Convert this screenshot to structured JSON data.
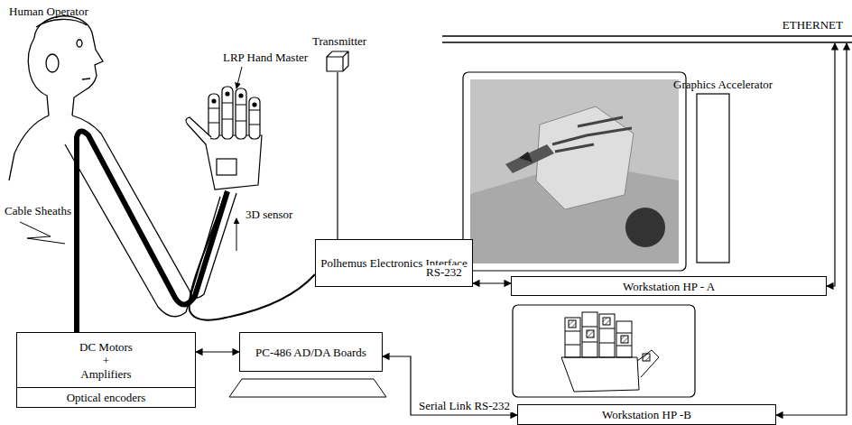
{
  "diagram": {
    "nodes": [
      {
        "text": [
          "Transmitter"
        ]
      },
      {
        "text": [
          "ETHERNET"
        ]
      },
      {
        "text": [
          "Graphics Accelerator"
        ]
      },
      {
        "text": [
          "Polhemus Electronics Interface"
        ]
      },
      {
        "text": [
          "Workstation HP - A"
        ]
      },
      {
        "text": [
          "DC Motors + Amplifiers",
          "Optical encoders"
        ]
      },
      {
        "text": [
          "PC-486 AD/DA Boards"
        ]
      },
      {
        "text": [
          "Workstation HP -B"
        ]
      }
    ],
    "edges": [
      {
        "from": 5,
        "to": 6,
        "arrow": "both"
      },
      {
        "from": 6,
        "to": 7,
        "label": "Serial Link RS-232",
        "arrow": "both"
      },
      {
        "from": 3,
        "to": 4,
        "label": "RS-232",
        "arrow": "both"
      },
      {
        "from": 0,
        "to": 3,
        "arrow": "none"
      },
      {
        "from": 4,
        "to": 1,
        "arrow": "both"
      },
      {
        "from": 7,
        "to": 1,
        "arrow": "both"
      }
    ],
    "labels": [
      "Human Operator",
      "LRP Hand Master",
      "Cable Sheaths",
      "3D sensor"
    ]
  }
}
